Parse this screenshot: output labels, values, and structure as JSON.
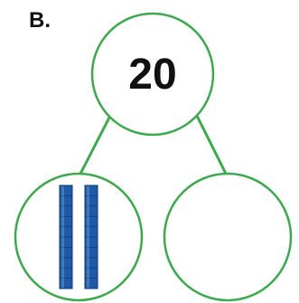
{
  "problem_label": "B.",
  "whole": "20",
  "parts": {
    "left": {
      "content": "ten-rods",
      "rod_count": 2
    },
    "right": {
      "content": ""
    }
  },
  "colors": {
    "circle_stroke": "#3aaa4a",
    "connector_line": "#3aaa4a",
    "rod_fill": "#1e5aa8",
    "rod_outline": "#0b3a78",
    "text": "#111111"
  }
}
